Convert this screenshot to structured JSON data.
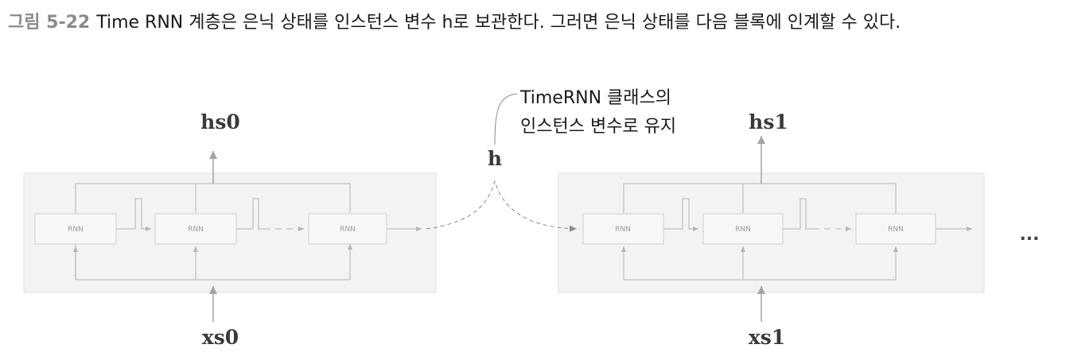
{
  "caption": {
    "number": "그림 5-22",
    "text": "Time RNN 계층은 은닉 상태를 인스턴스 변수 h로 보관한다. 그러면 은닉 상태를 다음 블록에 인계할 수 있다."
  },
  "diagram": {
    "outputs": [
      "hs0",
      "hs1"
    ],
    "inputs": [
      "xs0",
      "xs1"
    ],
    "hidden_label": "h",
    "cell_label": "RNN",
    "annotation_line1": "TimeRNN 클래스의",
    "annotation_line2": "인스턴스 변수로 유지",
    "ellipsis": "..."
  }
}
